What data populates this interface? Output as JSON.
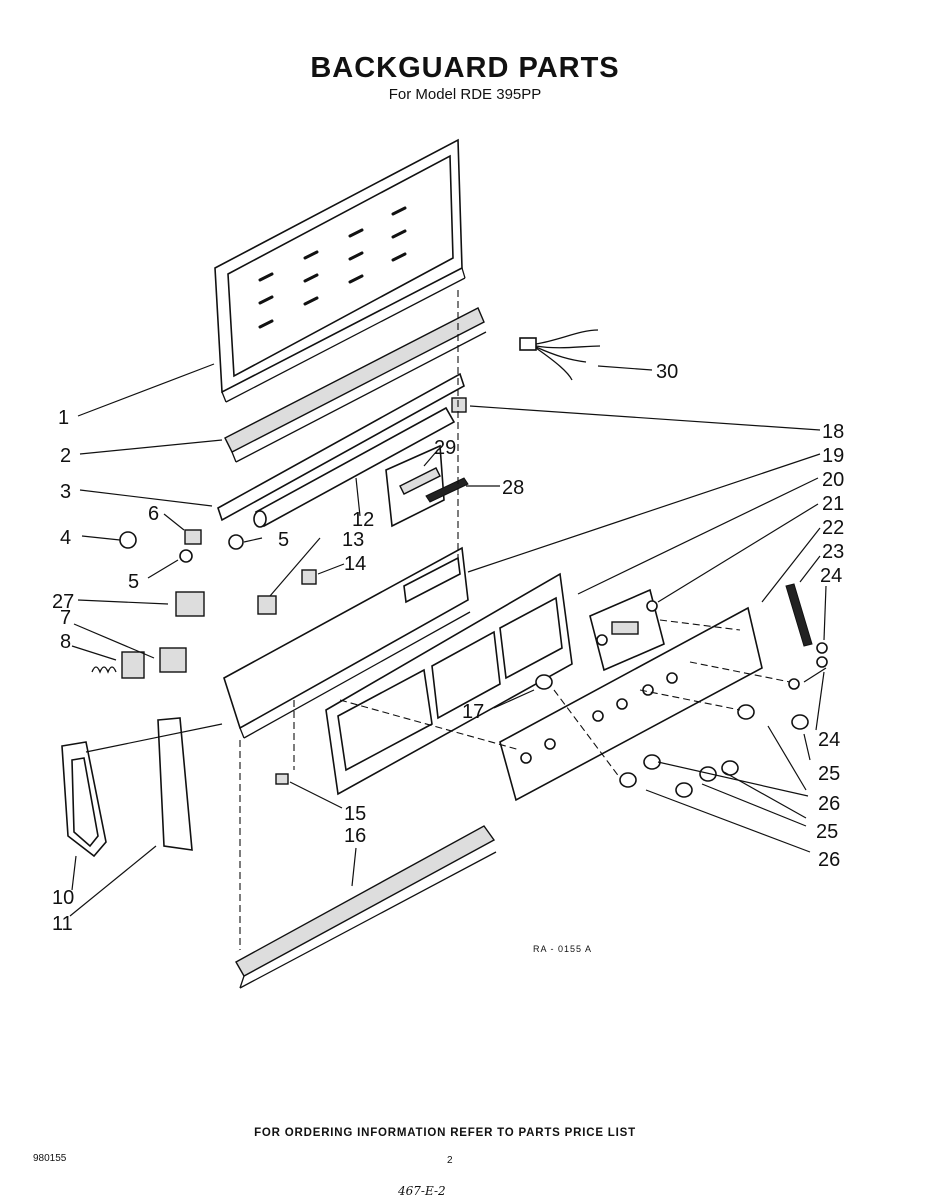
{
  "header": {
    "title": "BACKGUARD PARTS",
    "subtitle": "For Model RDE 395PP"
  },
  "diagram": {
    "reference_code": "RA - 0155 A",
    "callouts": [
      "1",
      "2",
      "3",
      "4",
      "5",
      "5",
      "6",
      "7",
      "8",
      "10",
      "11",
      "12",
      "13",
      "14",
      "15",
      "16",
      "17",
      "18",
      "19",
      "20",
      "21",
      "22",
      "23",
      "24",
      "24",
      "25",
      "25",
      "26",
      "26",
      "27",
      "28",
      "29",
      "30"
    ]
  },
  "footer": {
    "ordering_note": "FOR ORDERING INFORMATION REFER TO PARTS PRICE LIST",
    "doc_number": "980155",
    "page_number": "2",
    "handwritten_note": "467-E-2"
  }
}
